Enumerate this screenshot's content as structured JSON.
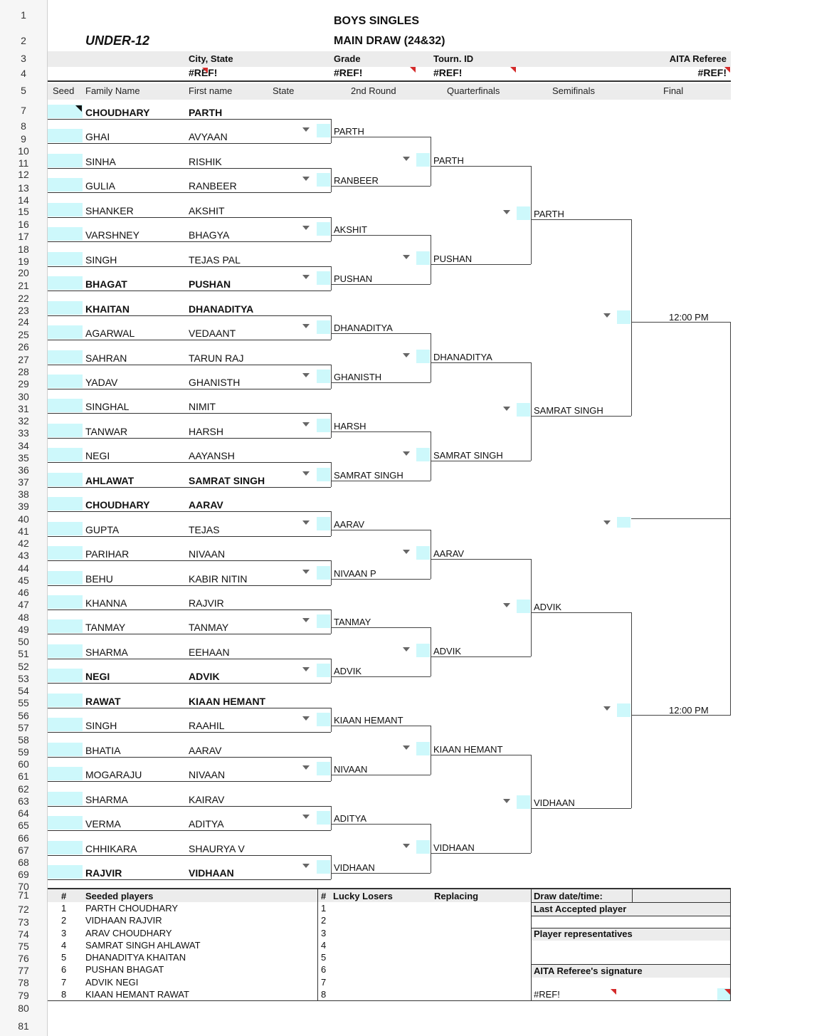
{
  "header": {
    "title1": "BOYS SINGLES",
    "title2": "MAIN DRAW (24&32)",
    "category": "UNDER-12",
    "city_label": "City, State",
    "city_value": "#REF!",
    "grade_label": "Grade",
    "grade_value": "#REF!",
    "tourn_label": "Tourn. ID",
    "tourn_value": "#REF!",
    "referee_label": "AITA Referee",
    "referee_value": "#REF!"
  },
  "columns": {
    "seed": "Seed",
    "family": "Family Name",
    "first": "First name",
    "state": "State",
    "r2": "2nd Round",
    "qf": "Quarterfinals",
    "sf": "Semifinals",
    "final": "Final"
  },
  "row_numbers": [
    "1",
    "2",
    "3",
    "4",
    "5",
    "7",
    "8",
    "9",
    "10",
    "11",
    "12",
    "13",
    "14",
    "15",
    "16",
    "17",
    "18",
    "19",
    "20",
    "21",
    "22",
    "23",
    "24",
    "25",
    "26",
    "27",
    "28",
    "29",
    "30",
    "31",
    "32",
    "33",
    "34",
    "35",
    "36",
    "37",
    "38",
    "39",
    "40",
    "41",
    "42",
    "43",
    "44",
    "45",
    "46",
    "47",
    "48",
    "49",
    "50",
    "51",
    "52",
    "53",
    "54",
    "55",
    "56",
    "57",
    "58",
    "59",
    "60",
    "61",
    "62",
    "63",
    "64",
    "65",
    "66",
    "67",
    "68",
    "69",
    "70",
    "71",
    "72",
    "73",
    "74",
    "75",
    "76",
    "77",
    "78",
    "79",
    "80",
    "81"
  ],
  "players": [
    {
      "family": "CHOUDHARY",
      "first": "PARTH",
      "bold": true
    },
    {
      "family": "GHAI",
      "first": "AVYAAN"
    },
    {
      "family": "SINHA",
      "first": "RISHIK"
    },
    {
      "family": "GULIA",
      "first": "RANBEER"
    },
    {
      "family": "SHANKER",
      "first": "AKSHIT"
    },
    {
      "family": "VARSHNEY",
      "first": "BHAGYA"
    },
    {
      "family": "SINGH",
      "first": "TEJAS PAL"
    },
    {
      "family": "BHAGAT",
      "first": "PUSHAN",
      "bold": true
    },
    {
      "family": "KHAITAN",
      "first": "DHANADITYA",
      "bold": true
    },
    {
      "family": "AGARWAL",
      "first": "VEDAANT"
    },
    {
      "family": "SAHRAN",
      "first": "TARUN RAJ"
    },
    {
      "family": "YADAV",
      "first": "GHANISTH"
    },
    {
      "family": "SINGHAL",
      "first": "NIMIT"
    },
    {
      "family": "TANWAR",
      "first": "HARSH"
    },
    {
      "family": "NEGI",
      "first": "AAYANSH"
    },
    {
      "family": "AHLAWAT",
      "first": "SAMRAT SINGH",
      "bold": true
    },
    {
      "family": "CHOUDHARY",
      "first": "AARAV",
      "bold": true
    },
    {
      "family": "GUPTA",
      "first": "TEJAS"
    },
    {
      "family": "PARIHAR",
      "first": "NIVAAN"
    },
    {
      "family": "BEHU",
      "first": "KABIR NITIN"
    },
    {
      "family": "KHANNA",
      "first": "RAJVIR"
    },
    {
      "family": "TANMAY",
      "first": "TANMAY"
    },
    {
      "family": "SHARMA",
      "first": "EEHAAN"
    },
    {
      "family": "NEGI",
      "first": "ADVIK",
      "bold": true
    },
    {
      "family": "RAWAT",
      "first": "KIAAN HEMANT",
      "bold": true
    },
    {
      "family": "SINGH",
      "first": "RAAHIL"
    },
    {
      "family": "BHATIA",
      "first": "AARAV"
    },
    {
      "family": "MOGARAJU",
      "first": "NIVAAN"
    },
    {
      "family": "SHARMA",
      "first": "KAIRAV"
    },
    {
      "family": "VERMA",
      "first": "ADITYA"
    },
    {
      "family": "CHHIKARA",
      "first": "SHAURYA V"
    },
    {
      "family": "RAJVIR",
      "first": "VIDHAAN",
      "bold": true
    }
  ],
  "round2": [
    "PARTH",
    "RANBEER",
    "AKSHIT",
    "PUSHAN",
    "DHANADITYA",
    "GHANISTH",
    "HARSH",
    "SAMRAT SINGH",
    "AARAV",
    "NIVAAN P",
    "TANMAY",
    "ADVIK",
    "KIAAN HEMANT",
    "NIVAAN",
    "ADITYA",
    "VIDHAAN"
  ],
  "quarterfinals": [
    "PARTH",
    "PUSHAN",
    "DHANADITYA",
    "SAMRAT SINGH",
    "AARAV",
    "ADVIK",
    "KIAAN HEMANT",
    "VIDHAAN"
  ],
  "semifinals": [
    "PARTH",
    "SAMRAT SINGH",
    "ADVIK",
    "VIDHAAN"
  ],
  "final_times": [
    "12:00 PM",
    "12:00 PM"
  ],
  "footer": {
    "num_label": "#",
    "seeded_label": "Seeded players",
    "lucky_num_label": "#",
    "lucky_label": "Lucky Losers",
    "replacing_label": "Replacing",
    "seed_nums": [
      "1",
      "2",
      "3",
      "4",
      "5",
      "6",
      "7",
      "8"
    ],
    "seeded": [
      "PARTH CHOUDHARY",
      "VIDHAAN RAJVIR",
      "ARAV CHOUDHARY",
      "SAMRAT SINGH AHLAWAT",
      "DHANADITYA KHAITAN",
      "PUSHAN BHAGAT",
      "ADVIK NEGI",
      "KIAAN HEMANT RAWAT"
    ],
    "lucky_nums": [
      "1",
      "2",
      "3",
      "4",
      "5",
      "6",
      "7",
      "8"
    ],
    "draw_date": "Draw date/time:",
    "last_accepted": "Last Accepted player",
    "player_reps": "Player representatives",
    "referee_sig": "AITA Referee's signature",
    "sig_value": "#REF!"
  }
}
